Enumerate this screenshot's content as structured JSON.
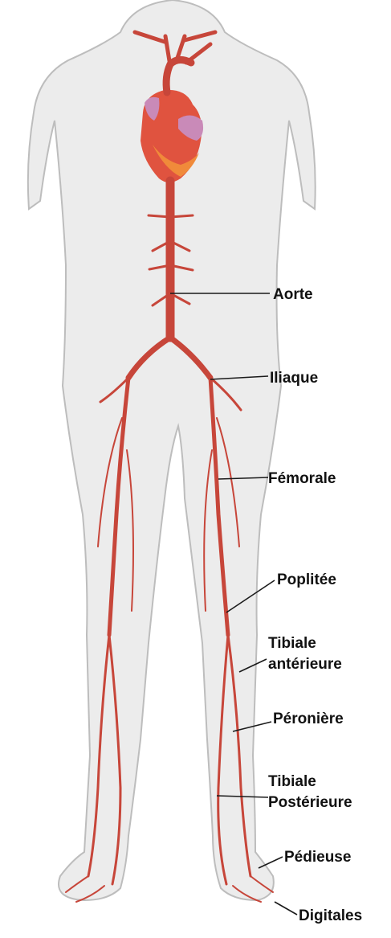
{
  "labels": {
    "aorte": "Aorte",
    "iliaque": "Iliaque",
    "femorale": "Fémorale",
    "poplitee": "Poplitée",
    "tibiale_anterieure_1": "Tibiale",
    "tibiale_anterieure_2": "antérieure",
    "peroniere": "Péronière",
    "tibiale_posterieure_1": "Tibiale",
    "tibiale_posterieure_2": "Postérieure",
    "pedieuse": "Pédieuse",
    "digitales": "Digitales"
  },
  "colors": {
    "artery": "#c7463a",
    "heart": "#e0533f",
    "heart_atrium": "#c98ab8",
    "body": "#ececec"
  }
}
